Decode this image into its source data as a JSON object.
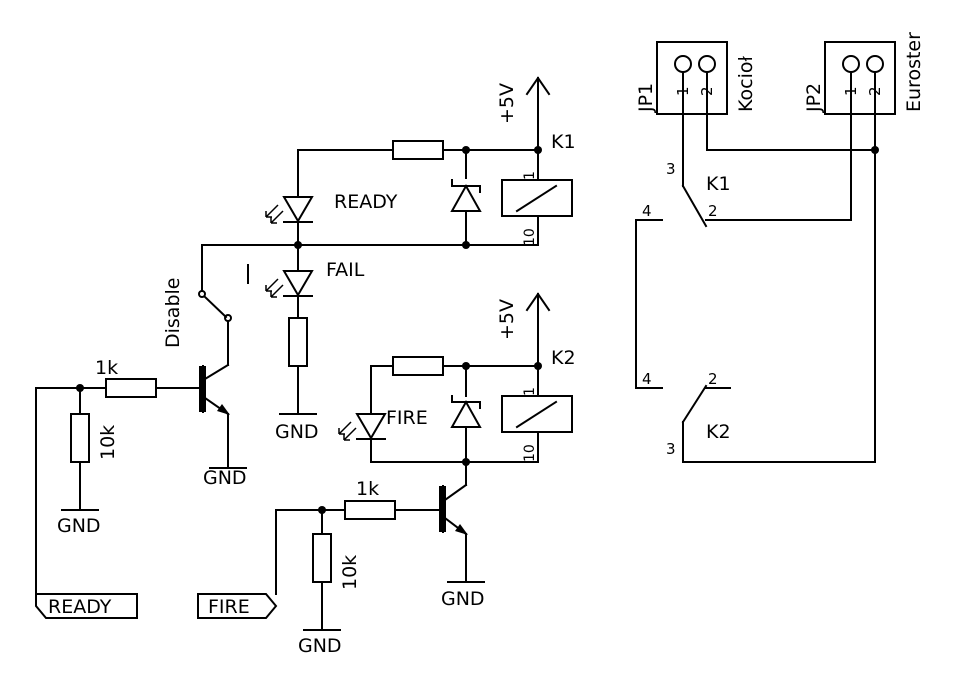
{
  "labels": {
    "vcc_top": "+5V",
    "vcc_bottom": "+5V",
    "relay1": "K1",
    "relay2": "K2",
    "relay_pin1": "1",
    "relay_pin10": "10",
    "led_ready": "READY",
    "led_fail": "FAIL",
    "led_fire": "FIRE",
    "switch_disable": "Disable",
    "res_1k_a": "1k",
    "res_10k_a": "10k",
    "res_1k_b": "1k",
    "res_10k_b": "10k",
    "gnd_a": "GND",
    "gnd_b": "GND",
    "gnd_c": "GND",
    "gnd_d": "GND",
    "gnd_e": "GND",
    "port_ready": "READY",
    "port_fire": "FIRE",
    "jp1": "JP1",
    "jp1_name": "Kocioł",
    "jp2": "JP2",
    "jp2_name": "Euroster",
    "pin_1": "1",
    "pin_2": "2",
    "k1_contact": "K1",
    "k2_contact": "K2",
    "c_3": "3",
    "c_4": "4",
    "c_2": "2"
  }
}
